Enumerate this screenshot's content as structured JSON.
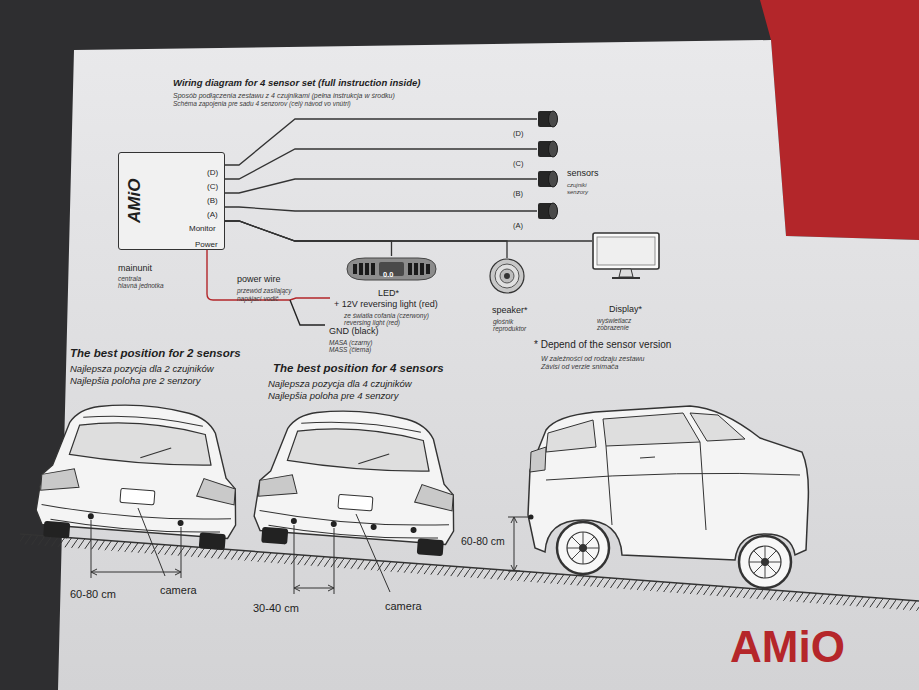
{
  "diagram": {
    "title": "Wiring diagram for 4 sensor set (full instruction inside)",
    "nodes": [
      {
        "text": [
          "AMiO",
          "(D)",
          "(C)",
          "(B)",
          "(A)",
          "Monitor",
          "Power",
          "mainunit",
          "centrala",
          "hlavná jednotka"
        ]
      },
      {
        "text": [
          "(D)"
        ]
      },
      {
        "text": [
          "(C)"
        ]
      },
      {
        "text": [
          "(B)"
        ]
      },
      {
        "text": [
          "(A)"
        ]
      },
      {
        "text": [
          "0.0",
          "LED*"
        ]
      },
      {
        "text": [
          "speaker*",
          "głośnik",
          "reproduktor"
        ]
      },
      {
        "text": [
          "Display*",
          "wyświetlacz",
          "zobrazenie"
        ]
      }
    ],
    "edges": [
      {
        "from": 0,
        "to": 1,
        "arrow": "none"
      },
      {
        "from": 0,
        "to": 2,
        "arrow": "none"
      },
      {
        "from": 0,
        "to": 3,
        "arrow": "none"
      },
      {
        "from": 0,
        "to": 4,
        "arrow": "none"
      },
      {
        "from": 0,
        "to": 5,
        "arrow": "none"
      },
      {
        "from": 0,
        "to": 6,
        "arrow": "none"
      },
      {
        "from": 0,
        "to": 7,
        "arrow": "none"
      }
    ],
    "labels": [
      "Sposób podłączenia zestawu z 4 czujnikami (pełna instrukcja w środku)",
      "Schéma zapojenia pre sadu 4 senzorov (celý návod vo vnútri)",
      "sensors",
      "czujniki",
      "senzory",
      "power wire",
      "przewód zasilający",
      "napájací vodič",
      "+ 12V reversing light (red)",
      "ze światła cofania (czerwony)",
      "reversing light (red)",
      "GND (black)",
      "MASA (czarny)",
      "MASS (čierna)",
      "* Depend of the sensor version",
      "W zależności od rodzaju zestawu",
      "Závisí od verzie snímača",
      "The best position for 2 sensors",
      "Najlepsza pozycja dla 2 czujników",
      "Najlepšia poloha pre 2 senzory",
      "The best position for 4 sensors",
      "Najlepsza pozycja dla 4 czujników",
      "Najlepšia poloha pre 4 senzory",
      "60-80 cm",
      "60-80 cm",
      "camera",
      "30-40 cm",
      "camera",
      "AMiO"
    ]
  }
}
